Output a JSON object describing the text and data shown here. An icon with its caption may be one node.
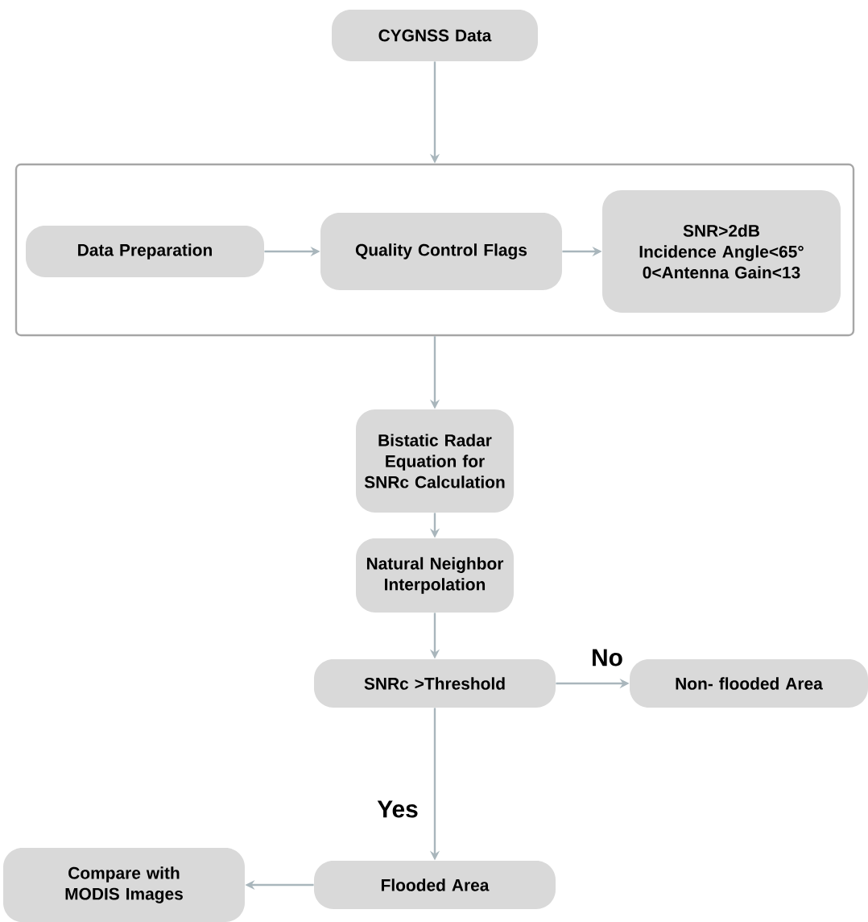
{
  "diagram": {
    "nodes": [
      {
        "text": [
          "CYGNSS Data"
        ]
      },
      {
        "text": [],
        "shape": "box"
      },
      {
        "text": [
          "Data Preparation"
        ],
        "in": 1
      },
      {
        "text": [
          "Quality Control Flags"
        ],
        "in": 1
      },
      {
        "text": [
          "SNR>2dB",
          "Incidence Angle<65°",
          "0<Antenna Gain<13"
        ],
        "in": 1
      },
      {
        "text": [
          "Bistatic Radar Equation for SNRc Calculation"
        ]
      },
      {
        "text": [
          "Natural Neighbor Interpolation"
        ]
      },
      {
        "text": [
          "SNRc >Threshold"
        ]
      },
      {
        "text": [
          "Non- flooded Area"
        ]
      },
      {
        "text": [
          "Flooded Area"
        ]
      },
      {
        "text": [
          "Compare with MODIS Images"
        ]
      }
    ],
    "edges": [
      {
        "from": 0,
        "to": 1,
        "arrow": "to"
      },
      {
        "from": 2,
        "to": 3,
        "arrow": "to"
      },
      {
        "from": 3,
        "to": 4,
        "arrow": "to"
      },
      {
        "from": 1,
        "to": 5,
        "arrow": "to"
      },
      {
        "from": 5,
        "to": 6,
        "arrow": "to"
      },
      {
        "from": 6,
        "to": 7,
        "arrow": "to"
      },
      {
        "from": 7,
        "to": 8,
        "arrow": "to",
        "label": "No"
      },
      {
        "from": 7,
        "to": 9,
        "arrow": "to",
        "label": "Yes"
      },
      {
        "from": 9,
        "to": 10,
        "arrow": "to"
      }
    ]
  }
}
